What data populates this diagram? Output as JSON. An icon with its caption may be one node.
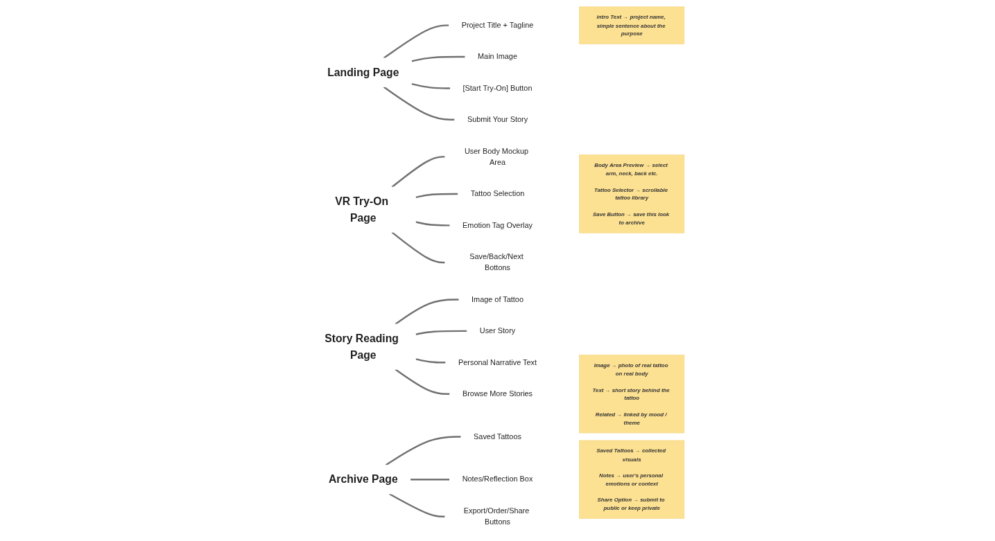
{
  "diagram": {
    "nodes": [
      {
        "text": [
          "intro Text → project name, simple sentence about the purpose"
        ]
      },
      {
        "text": [
          "Landing Page"
        ]
      },
      {
        "text": [
          "Project Title + Tagline"
        ]
      },
      {
        "text": [
          "Main Image"
        ]
      },
      {
        "text": [
          "[Start Try-On] Button"
        ]
      },
      {
        "text": [
          "Submit Your Story"
        ]
      },
      {
        "text": [
          "VR Try-On Page"
        ]
      },
      {
        "text": [
          "User Body Mockup Area"
        ]
      },
      {
        "text": [
          "Tattoo Selection"
        ]
      },
      {
        "text": [
          "Emotion Tag Overlay"
        ]
      },
      {
        "text": [
          "Save/Back/Next Bottons"
        ]
      },
      {
        "text": [
          "Body Area Preview → select arm, neck, back etc.",
          "Tattoo Selector → scrollable tattoo library",
          "Save Button → save this look to archive"
        ]
      },
      {
        "text": [
          "Story Reading Page"
        ]
      },
      {
        "text": [
          "Image of Tattoo"
        ]
      },
      {
        "text": [
          "User Story"
        ]
      },
      {
        "text": [
          "Personal Narrative Text"
        ]
      },
      {
        "text": [
          "Browse More Stories"
        ]
      },
      {
        "text": [
          "Image → photo of real tattoo on real body",
          "Text → short story behind the tattoo",
          "Related → linked by mood / theme"
        ]
      },
      {
        "text": [
          "Archive Page"
        ]
      },
      {
        "text": [
          "Saved Tattoos"
        ]
      },
      {
        "text": [
          "Notes/Reflection Box"
        ]
      },
      {
        "text": [
          "Export/Order/Share Buttons"
        ]
      },
      {
        "text": [
          "Saved Tattoos → collected visuals",
          "Notes → user's personal emotions or context",
          "Share Option → submit to public or keep private"
        ]
      }
    ],
    "edges": [
      {
        "from": 1,
        "to": 2,
        "arrow": "none"
      },
      {
        "from": 1,
        "to": 3,
        "arrow": "none"
      },
      {
        "from": 1,
        "to": 4,
        "arrow": "none"
      },
      {
        "from": 1,
        "to": 5,
        "arrow": "none"
      },
      {
        "from": 6,
        "to": 7,
        "arrow": "none"
      },
      {
        "from": 6,
        "to": 8,
        "arrow": "none"
      },
      {
        "from": 6,
        "to": 9,
        "arrow": "none"
      },
      {
        "from": 6,
        "to": 10,
        "arrow": "none"
      },
      {
        "from": 12,
        "to": 13,
        "arrow": "none"
      },
      {
        "from": 12,
        "to": 14,
        "arrow": "none"
      },
      {
        "from": 12,
        "to": 15,
        "arrow": "none"
      },
      {
        "from": 12,
        "to": 16,
        "arrow": "none"
      },
      {
        "from": 18,
        "to": 19,
        "arrow": "none"
      },
      {
        "from": 18,
        "to": 20,
        "arrow": "none"
      },
      {
        "from": 18,
        "to": 21,
        "arrow": "none"
      }
    ]
  }
}
